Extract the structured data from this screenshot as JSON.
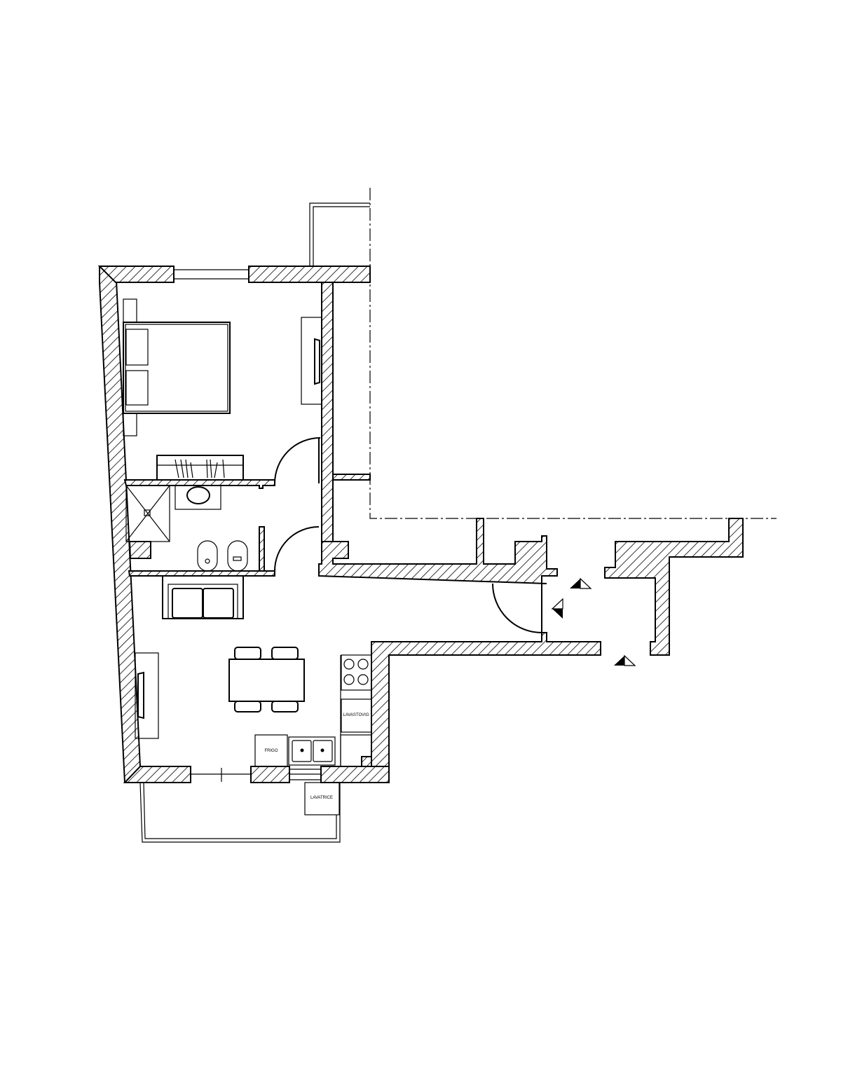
{
  "drawing": {
    "type": "floor-plan",
    "line_color": "#000000",
    "background": "#ffffff"
  },
  "labels": {
    "dishwasher": "LAVASTOVIG",
    "fridge": "FRIGO",
    "washing_machine": "LAVATRICE"
  }
}
